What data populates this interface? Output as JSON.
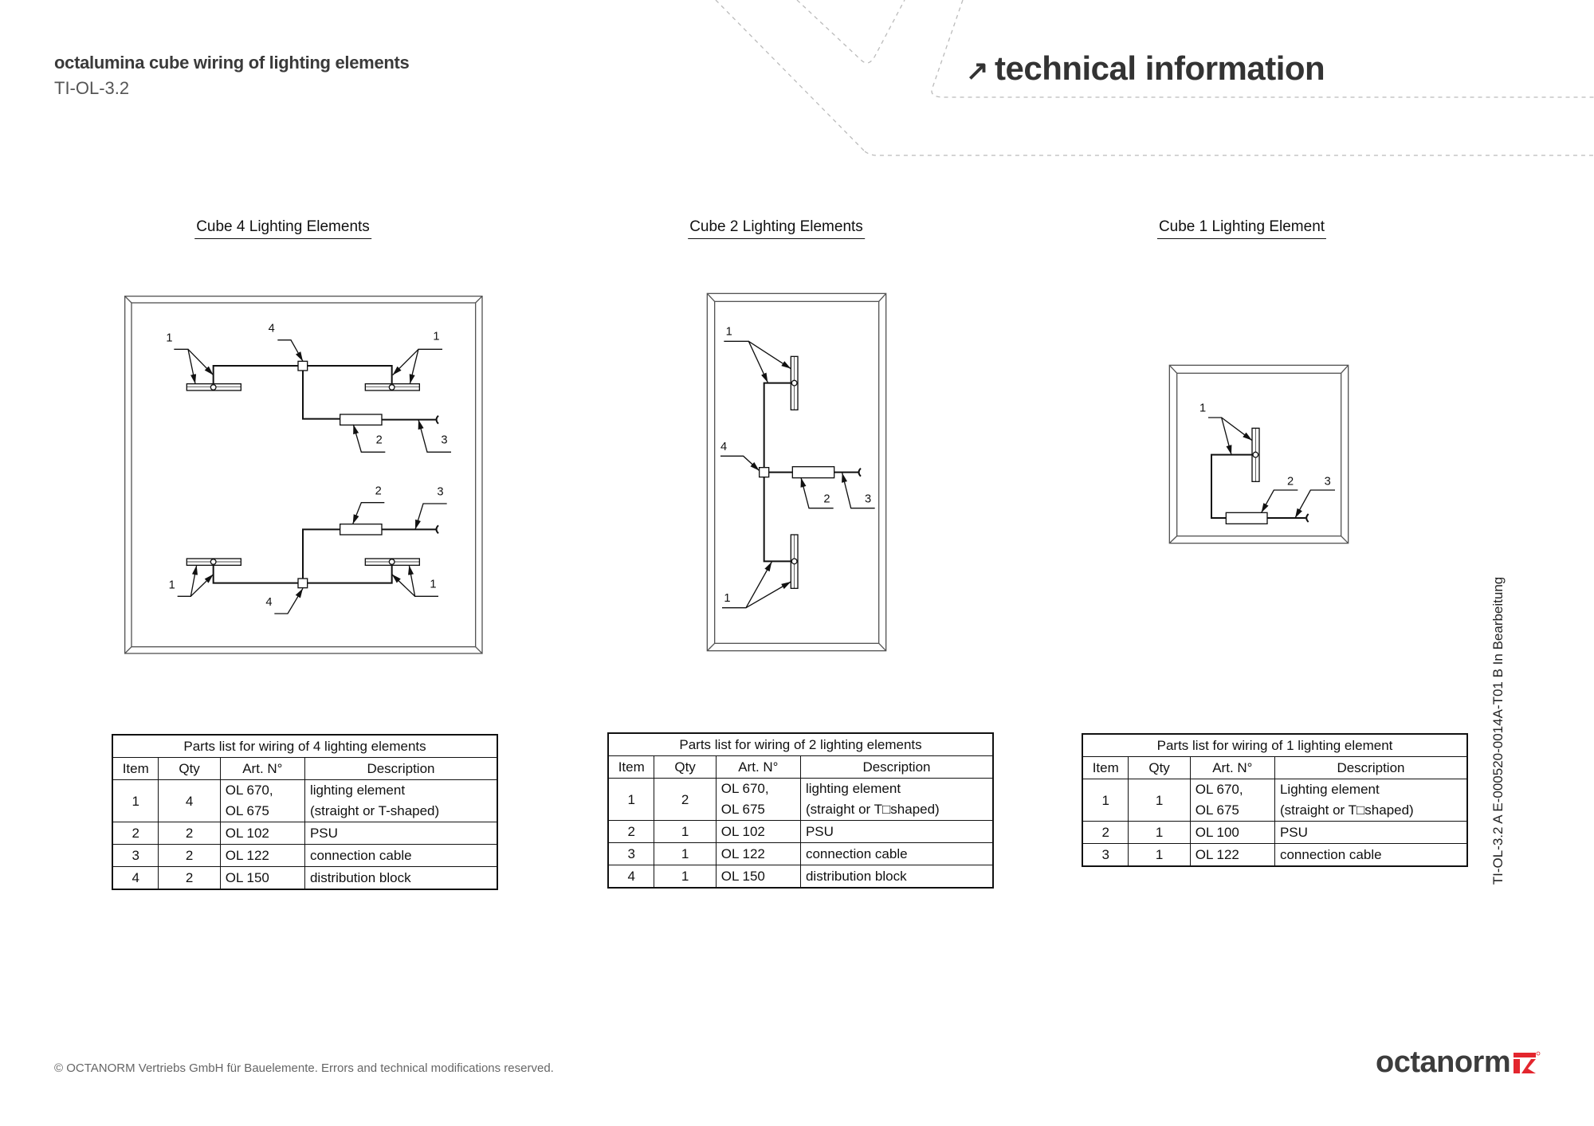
{
  "header": {
    "title": "octalumina cube wiring of lighting elements",
    "code": "TI-OL-3.2",
    "section": "technical information"
  },
  "diagrams": [
    {
      "title": "Cube 4 Lighting Elements",
      "labels": [
        "1",
        "4",
        "1",
        "2",
        "3",
        "2",
        "3",
        "1",
        "4",
        "1"
      ]
    },
    {
      "title": "Cube 2 Lighting Elements",
      "labels": [
        "1",
        "4",
        "2",
        "3",
        "1"
      ]
    },
    {
      "title": "Cube 1 Lighting Element",
      "labels": [
        "1",
        "2",
        "3"
      ]
    }
  ],
  "tables": [
    {
      "title": "Parts list for wiring of 4 lighting elements",
      "headers": [
        "Item",
        "Qty",
        "Art. N°",
        "Description"
      ],
      "rows": [
        [
          "1",
          "4",
          "OL 670,\nOL 675",
          "lighting element\n(straight or T-shaped)"
        ],
        [
          "2",
          "2",
          "OL 102",
          "PSU"
        ],
        [
          "3",
          "2",
          "OL 122",
          "connection cable"
        ],
        [
          "4",
          "2",
          "OL 150",
          "distribution block"
        ]
      ]
    },
    {
      "title": "Parts list for wiring of 2 lighting elements",
      "headers": [
        "Item",
        "Qty",
        "Art. N°",
        "Description"
      ],
      "rows": [
        [
          "1",
          "2",
          "OL 670,\nOL 675",
          "lighting element\n(straight or T□shaped)"
        ],
        [
          "2",
          "1",
          "OL 102",
          "PSU"
        ],
        [
          "3",
          "1",
          "OL 122",
          "connection cable"
        ],
        [
          "4",
          "1",
          "OL 150",
          "distribution block"
        ]
      ]
    },
    {
      "title": "Parts list for wiring of 1 lighting element",
      "headers": [
        "Item",
        "Qty",
        "Art. N°",
        "Description"
      ],
      "rows": [
        [
          "1",
          "1",
          "OL 670,\nOL 675",
          "Lighting element\n(straight or T□shaped)"
        ],
        [
          "2",
          "1",
          "OL 100",
          "PSU"
        ],
        [
          "3",
          "1",
          "OL 122",
          "connection cable"
        ]
      ]
    }
  ],
  "side_code": "TI-OL-3.2 A E-000520-0014A-T01 B In Bearbeitung",
  "footer": "© OCTANORM Vertriebs GmbH für Bauelemente. Errors and technical modifications reserved.",
  "logo": {
    "text": "octanorm",
    "accent": "#e3262e"
  }
}
